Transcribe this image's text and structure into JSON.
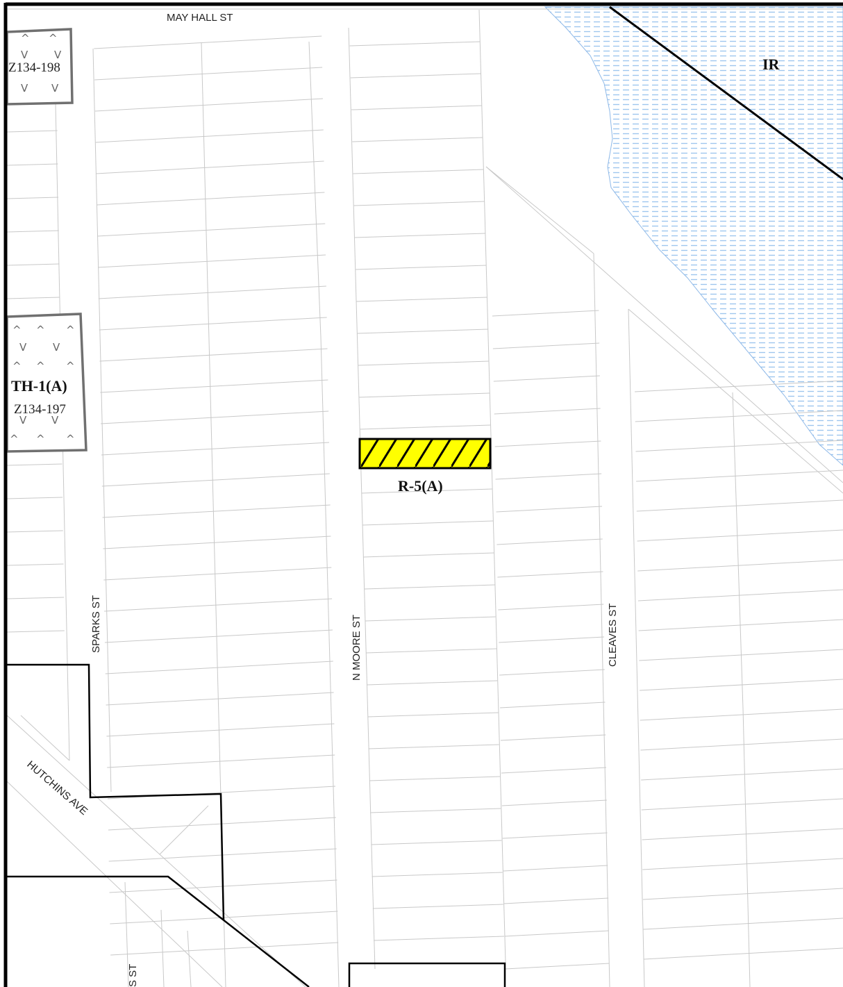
{
  "map": {
    "colors": {
      "subject_fill": "#ffff00",
      "water_fill": "#a9cdf0",
      "parcel_line": "#c8c8c8",
      "zone_line": "#000000",
      "overlay_line": "#707070"
    },
    "streets": {
      "may_hall": "MAY HALL ST",
      "sparks": "SPARKS ST",
      "n_moore": "N MOORE ST",
      "cleaves": "CLEAVES ST",
      "hutchins": "HUTCHINS AVE",
      "partial_bottom": "S ST"
    },
    "zones": {
      "subject": "R-5(A)",
      "industrial": "IR",
      "townhouse": "TH-1(A)"
    },
    "cases": {
      "north": "Z134-198",
      "middle": "Z134-197"
    },
    "symbols": {
      "up": "^",
      "down": "V"
    }
  }
}
